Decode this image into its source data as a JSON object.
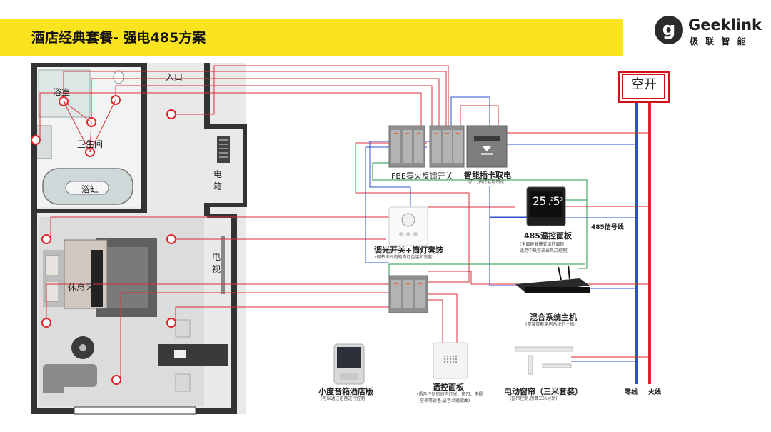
{
  "header": {
    "title": "酒店经典套餐- 强电485方案",
    "banner_color": "#fae31f"
  },
  "brand": {
    "logo_letter": "g",
    "name": "Geeklink",
    "sub": "极 联 智 能"
  },
  "floorplan": {
    "entrance": "入口",
    "bathroom": "浴室",
    "toilet": "卫生间",
    "bathtub": "浴缸",
    "electric_box": "电 箱",
    "tv": "电 视",
    "rest_area": "休息区"
  },
  "devices": {
    "fbe_switch": {
      "label": "FBE零火反馈开关"
    },
    "card_power": {
      "label": "智能插卡取电",
      "sub": "(开门执行联动场景)"
    },
    "thermostat": {
      "label": "485温控面板",
      "sub1": "(全面屏触摸式温控面板,",
      "sub2": "适用中央空调出风口控制)",
      "display_main": "25.5",
      "display_side": "29.0"
    },
    "dimmer": {
      "label": "调光开关+筒灯套装",
      "sub": "(调节房间内的筒灯色温和亮度)"
    },
    "host": {
      "label": "混合系统主机",
      "sub": "(整套智能家居系统的主机)"
    },
    "speaker": {
      "label": "小度音箱酒店版",
      "sub": "(可以通过语音进行控制)"
    },
    "voice_panel": {
      "label": "语控面板",
      "sub1": "(语音控制房间内灯光、窗帘、电视",
      "sub2": "空调等设备,语音点播歌曲)"
    },
    "curtain": {
      "label": "电动窗帘（三米套装）",
      "sub": "(窗帘控制,预算三米导轨)"
    }
  },
  "wiring": {
    "signal_label": "485信号线",
    "breaker": "空开",
    "neutral": "零线",
    "live": "火线",
    "colors": {
      "live": "#e0242b",
      "neutral": "#2d4fd6",
      "signal": "#1f9a4a",
      "thin_live": "#d9303a"
    }
  }
}
